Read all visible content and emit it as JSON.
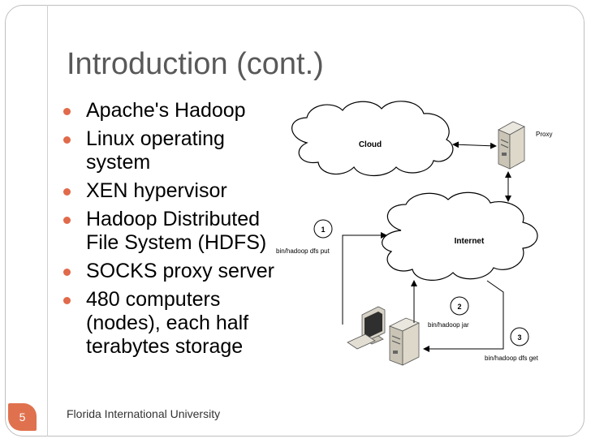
{
  "slide": {
    "title": "Introduction (cont.)",
    "bullets": [
      "Apache's Hadoop",
      "Linux operating system",
      "XEN hypervisor",
      "Hadoop Distributed File System (HDFS)",
      "SOCKS proxy server",
      "480 computers (nodes), each half terabytes storage"
    ],
    "footer": "Florida International University",
    "slide_number": "5"
  },
  "diagram": {
    "cloud_label": "Cloud",
    "internet_label": "Internet",
    "proxy_label": "Proxy",
    "step1_number": "1",
    "step1_label": "bin/hadoop dfs put",
    "step2_number": "2",
    "step2_label": "bin/hadoop jar",
    "step3_number": "3",
    "step3_label": "bin/hadoop dfs get"
  },
  "colors": {
    "accent": "#e0714e",
    "title": "#595959"
  }
}
